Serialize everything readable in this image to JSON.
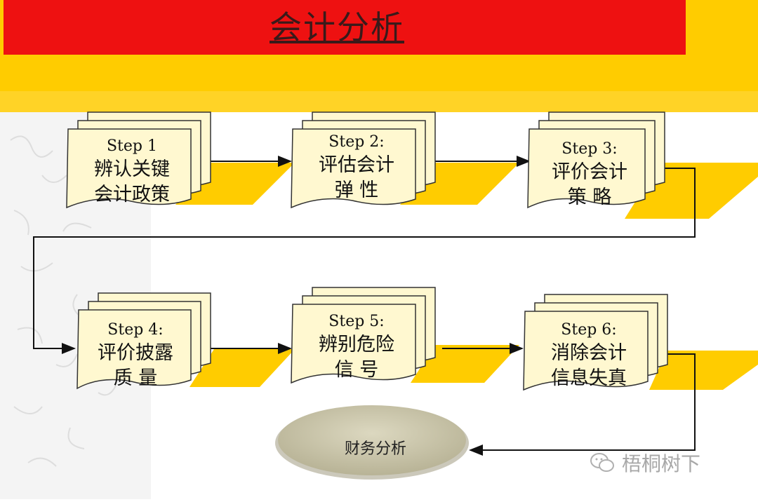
{
  "title": "会计分析",
  "steps": [
    {
      "step": "Step 1",
      "lines": [
        "辨认关键",
        "会计政策"
      ]
    },
    {
      "step": "Step 2:",
      "lines": [
        "评估会计",
        "弹  性"
      ]
    },
    {
      "step": "Step 3:",
      "lines": [
        "评价会计",
        "策  略"
      ]
    },
    {
      "step": "Step 4:",
      "lines": [
        "评价披露",
        "质  量"
      ]
    },
    {
      "step": "Step 5:",
      "lines": [
        "辨别危险",
        "信  号"
      ]
    },
    {
      "step": "Step 6:",
      "lines": [
        "消除会计",
        "信息失真"
      ]
    }
  ],
  "result": "财务分析",
  "watermark": {
    "text": "梧桐树下",
    "icon": "wechat-icon"
  },
  "colors": {
    "banner_red": "#ee1111",
    "band_yellow": "#ffcc00",
    "card_fill": "#fff8d0",
    "ellipse_fill": "#cfcbb0"
  }
}
